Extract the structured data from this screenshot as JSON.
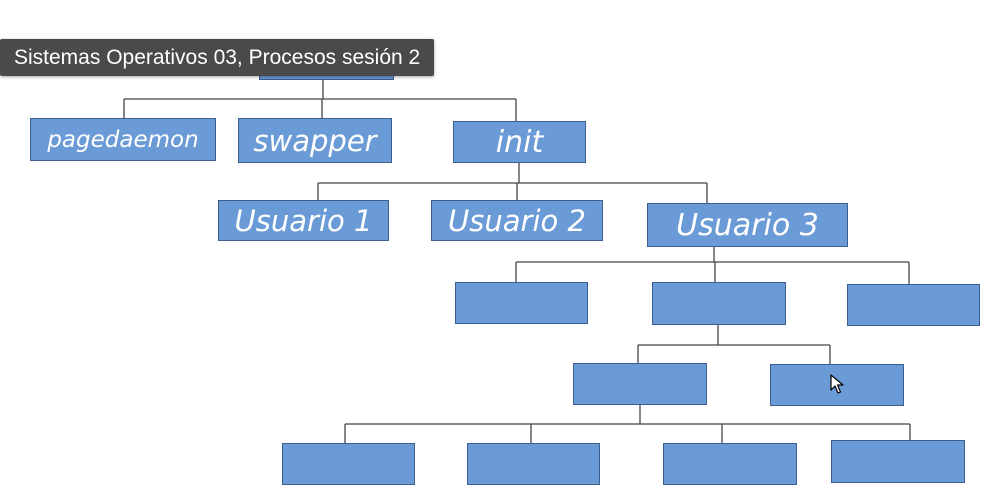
{
  "tooltip": {
    "text": "Sistemas Operativos 03, Procesos sesión 2"
  },
  "diagram": {
    "colors": {
      "box_fill": "#6b9bd6",
      "box_border": "#3d5f8f",
      "line": "#444444",
      "text": "#ffffff"
    },
    "nodes": {
      "root": "",
      "pagedaemon": "pagedaemon",
      "swapper": "swapper",
      "init": "init",
      "usuario1": "Usuario 1",
      "usuario2": "Usuario 2",
      "usuario3": "Usuario 3",
      "l3_left": "",
      "l3_mid": "",
      "l3_right": "",
      "l4_left": "",
      "l4_right": "",
      "l5_1": "",
      "l5_2": "",
      "l5_3": "",
      "l5_4": ""
    }
  }
}
